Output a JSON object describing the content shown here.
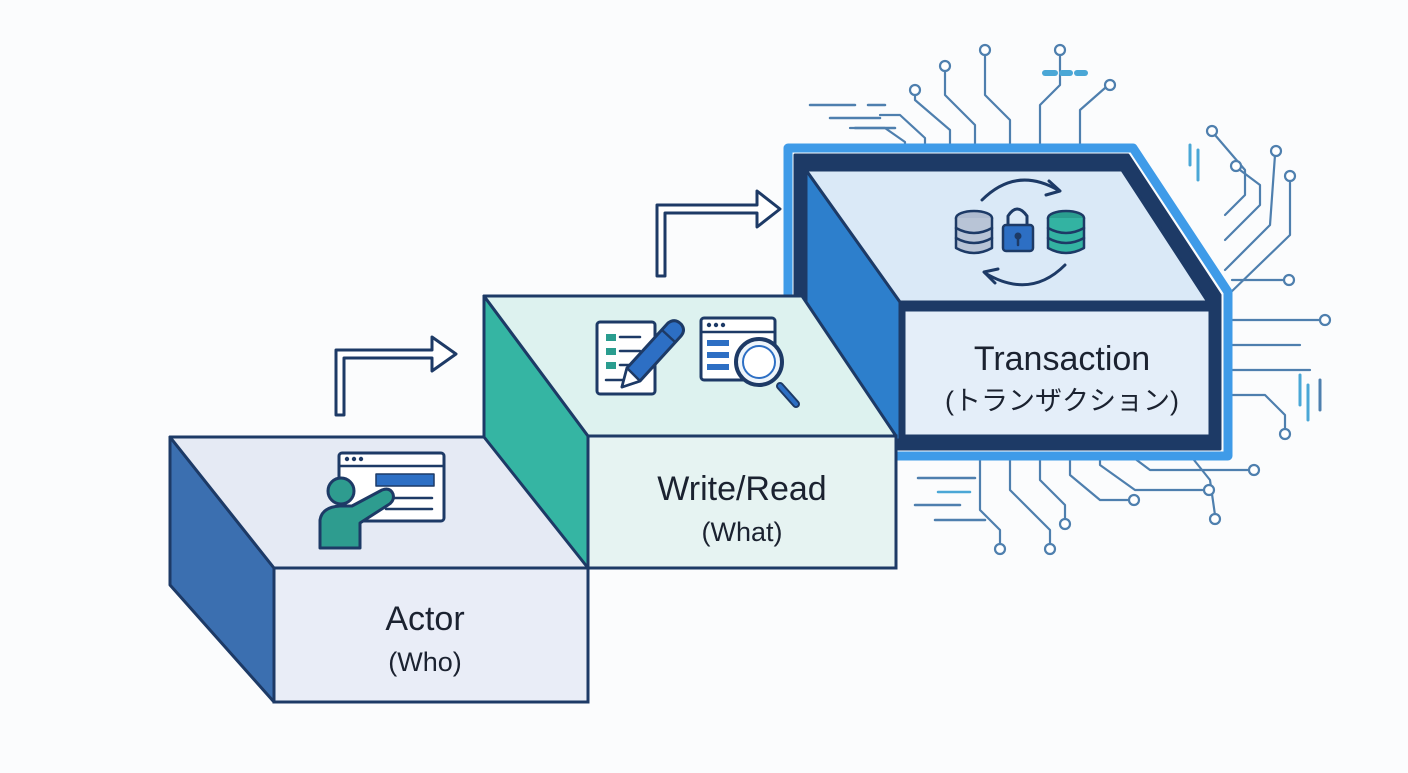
{
  "blocks": [
    {
      "title": "Actor",
      "subtitle": "(Who)",
      "icon": "presenter-screen-icon"
    },
    {
      "title": "Write/Read",
      "subtitle": "(What)",
      "icon": "document-pencil-icon, search-window-icon"
    },
    {
      "title": "Transaction",
      "subtitle": "(トランザクション)",
      "icon": "database-lock-sync-icon"
    }
  ],
  "colors": {
    "outline": "#1d3a66",
    "actor_top": "#e5eaf4",
    "actor_side": "#3b6fb0",
    "actor_front": "#e9edf7",
    "write_top": "#ddf2ef",
    "write_side": "#35b5a3",
    "write_front": "#e6f3f2",
    "trans_top": "#dae9f7",
    "trans_side": "#2d7fcc",
    "trans_front": "#e4eef9",
    "trans_glow": "#3f9be8",
    "teal": "#2e9c8f",
    "circuit": "#4e7fae"
  }
}
